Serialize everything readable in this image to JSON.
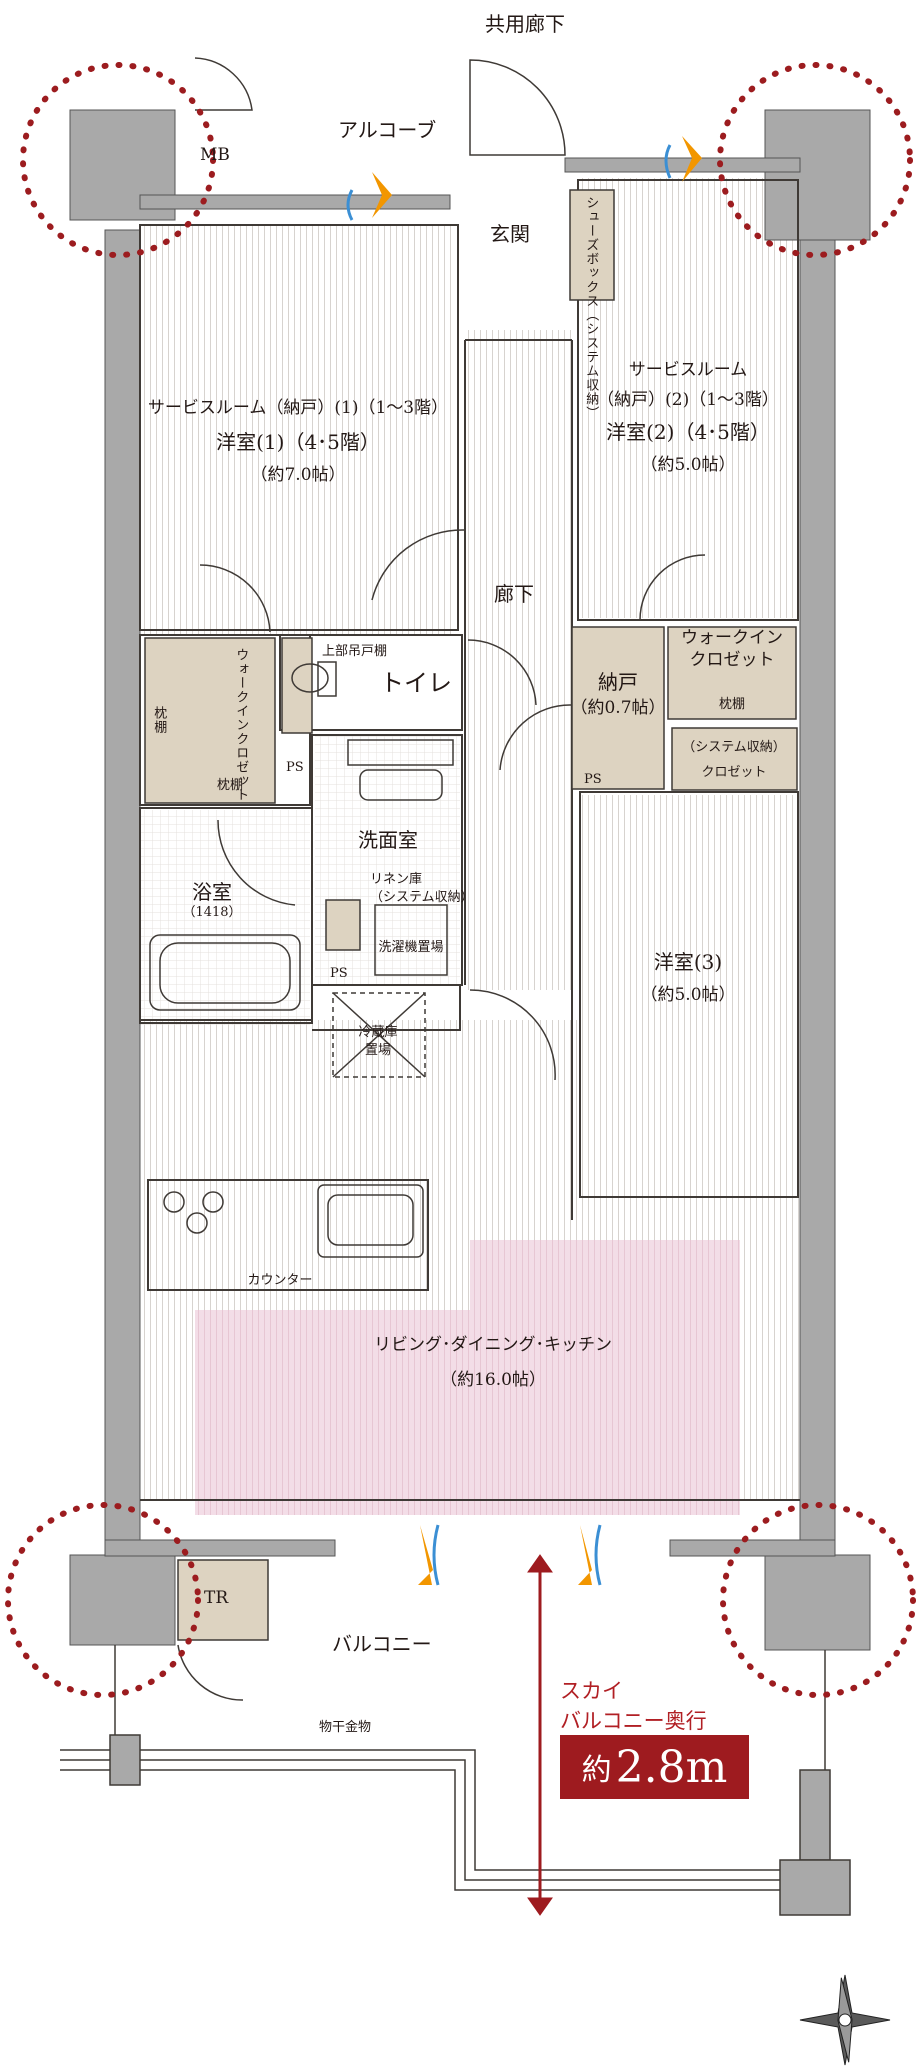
{
  "top_label": "共用廊下",
  "alcove": "アルコーブ",
  "mb": "MB",
  "genkan": "玄関",
  "shoes_box": "シューズボックス（システム収納）",
  "room1": {
    "line1": "サービスルーム（納戸）(1)（1〜3階）",
    "line2": "洋室(1)（4･5階）",
    "size": "（約7.0帖）"
  },
  "room2": {
    "line1": "サービスルーム",
    "line2": "（納戸）(2)（1〜3階）",
    "line3": "洋室(2)（4･5階）",
    "size": "（約5.0帖）"
  },
  "hallway": "廊下",
  "wic_left": "ウォークインクロゼット",
  "makura_left_v": "枕棚",
  "makura_left_h": "枕棚",
  "upper_shelf": "上部吊戸棚",
  "toilet": "トイレ",
  "ps1": "PS",
  "ps2": "PS",
  "ps3": "PS",
  "nando": {
    "name": "納戸",
    "size": "（約0.7帖）"
  },
  "wic_right": {
    "line1": "ウォークイン",
    "line2": "クロゼット"
  },
  "makura_right": "枕棚",
  "closet_system": {
    "line1": "（システム収納）",
    "line2": "クロゼット"
  },
  "washroom": "洗面室",
  "linen": {
    "line1": "リネン庫",
    "line2": "（システム収納）"
  },
  "laundry": "洗濯機置場",
  "bath": {
    "name": "浴室",
    "size": "（1418）"
  },
  "fridge": {
    "line1": "冷蔵庫",
    "line2": "置場"
  },
  "room3": {
    "name": "洋室(3)",
    "size": "（約5.0帖）"
  },
  "counter": "カウンター",
  "ldk": {
    "name": "リビング･ダイニング･キッチン",
    "size": "（約16.0帖）"
  },
  "tr": "TR",
  "balcony": "バルコニー",
  "drying_hardware": "物干金物",
  "sky_balcony": {
    "line1": "スカイ",
    "line2": "バルコニー奥行",
    "prefix": "約",
    "value": "2.8m"
  },
  "colors": {
    "wall": "#a9a9a9",
    "storage": "#ddd3c1",
    "ldk_highlight": "#f3dde7",
    "accent_red": "#9e1b1f",
    "dotted_circle": "#9c1c1f"
  }
}
